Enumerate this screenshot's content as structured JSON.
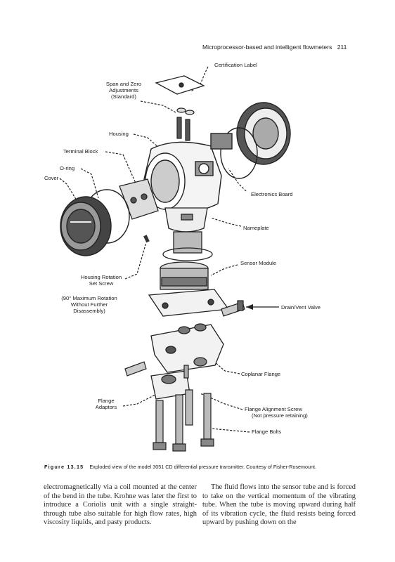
{
  "header": {
    "running_title": "Microprocessor-based and intelligent flowmeters",
    "page_number": "211"
  },
  "labels": {
    "certification_label": "Certification Label",
    "span_zero_1": "Span and Zero",
    "span_zero_2": "Adjustments",
    "span_zero_3": "(Standard)",
    "housing": "Housing",
    "terminal_block": "Terminal Block",
    "o_ring": "O-ring",
    "cover": "Cover",
    "electronics_board": "Electronics Board",
    "nameplate": "Nameplate",
    "sensor_module": "Sensor Module",
    "housing_rotation_1": "Housing Rotation",
    "housing_rotation_2": "Set Screw",
    "max_rotation_1": "(90° Maximum Rotation",
    "max_rotation_2": "Without Further",
    "max_rotation_3": "Disassembly)",
    "drain_vent_valve": "Drain/Vent Valve",
    "coplanar_flange": "Coplanar Flange",
    "flange_adaptors_1": "Flange",
    "flange_adaptors_2": "Adaptors",
    "flange_alignment_1": "Flange Alignment Screw",
    "flange_alignment_2": "(Not pressure retaining)",
    "flange_bolts": "Flange Bolts"
  },
  "caption": {
    "figure_number": "Figure 13.15",
    "text": "Exploded view of the model 3051 CD differential pressure transmitter. Courtesy of Fisher-Rosemount."
  },
  "body": {
    "col1": "electromagnetically via a coil mounted at the center of the bend in the tube. Krohne was later the first to introduce a Coriolis unit with a single straight-through tube also suitable for high flow rates, high viscosity liquids, and pasty products.",
    "col2": "The fluid flows into the sensor tube and is forced to take on the vertical momentum of the vibrating tube. When the tube is moving upward during half of its vibration cycle, the fluid resists being forced upward by pushing down on the"
  }
}
